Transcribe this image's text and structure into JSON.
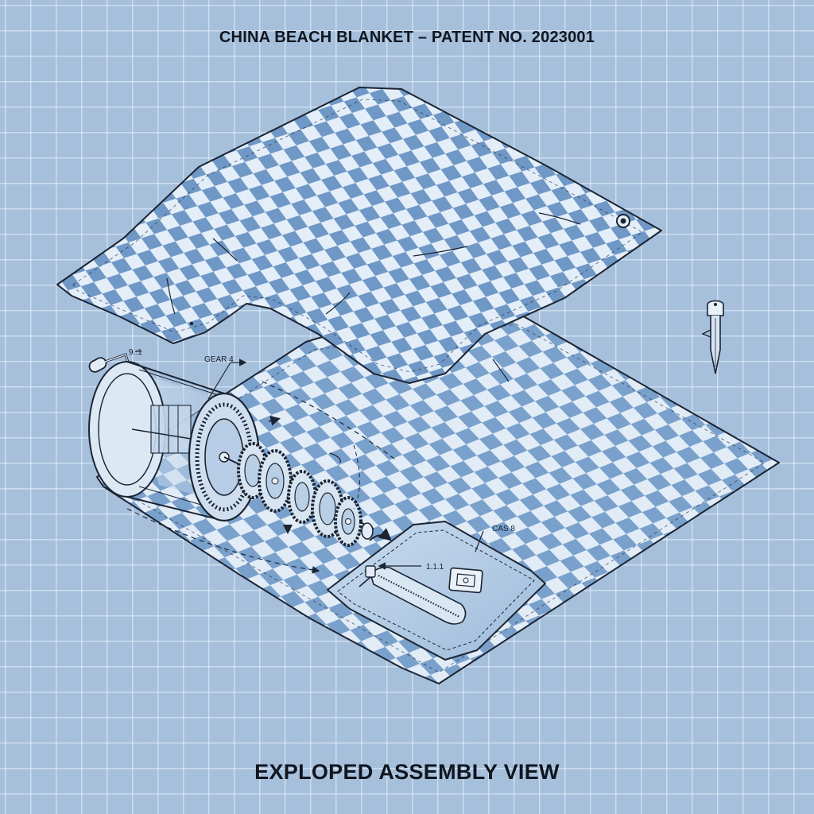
{
  "header": {
    "title": "CHINA BEACH BLANKET – PATENT NO. 2023001"
  },
  "footer": {
    "caption": "EXPLOPED ASSEMBLY VIEW"
  },
  "callouts": {
    "gear": "GEAR 4",
    "crank": "9.:1",
    "case": "CAS 8",
    "zipper": "1.1.1"
  },
  "colors": {
    "background": "#a6c0dc",
    "grid": "#ecf4fc",
    "check_light": "#e4eef8",
    "check_dark": "#6f98c6",
    "line": "#1b2432"
  }
}
